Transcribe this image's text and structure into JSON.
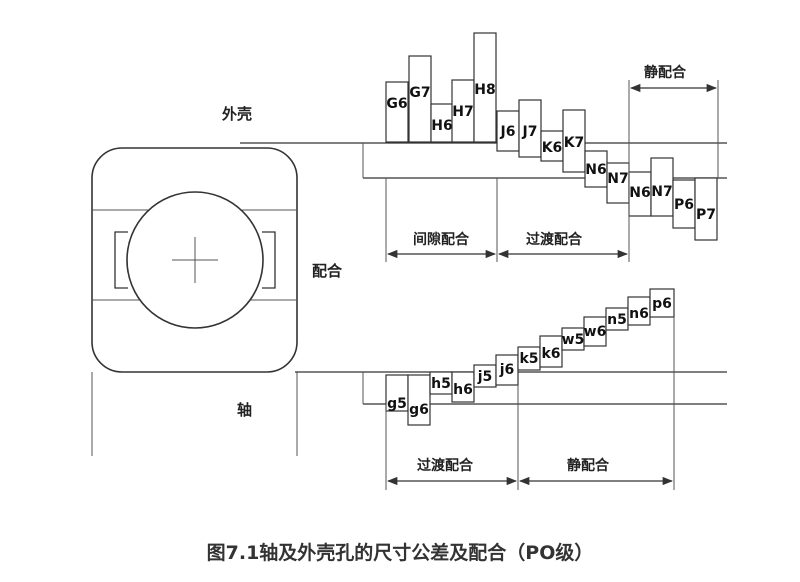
{
  "labels": {
    "housing": "外壳",
    "fit": "配合",
    "shaft": "轴",
    "caption": "图7.1轴及外壳孔的尺寸公差及配合（PO级）"
  },
  "zones": {
    "housing_clearance": "间隙配合",
    "housing_transition": "过渡配合",
    "housing_interference": "静配合",
    "shaft_transition": "过渡配合",
    "shaft_interference": "静配合"
  },
  "housing_tolerances": [
    "G6",
    "G7",
    "H6",
    "H7",
    "H8",
    "J6",
    "J7",
    "K6",
    "K7",
    "N6",
    "N7",
    "N6",
    "N7",
    "P6",
    "P7"
  ],
  "shaft_tolerances": [
    "g5",
    "g6",
    "h5",
    "h6",
    "j5",
    "j6",
    "k5",
    "k6",
    "w5",
    "w6",
    "n5",
    "n6",
    "p6"
  ]
}
